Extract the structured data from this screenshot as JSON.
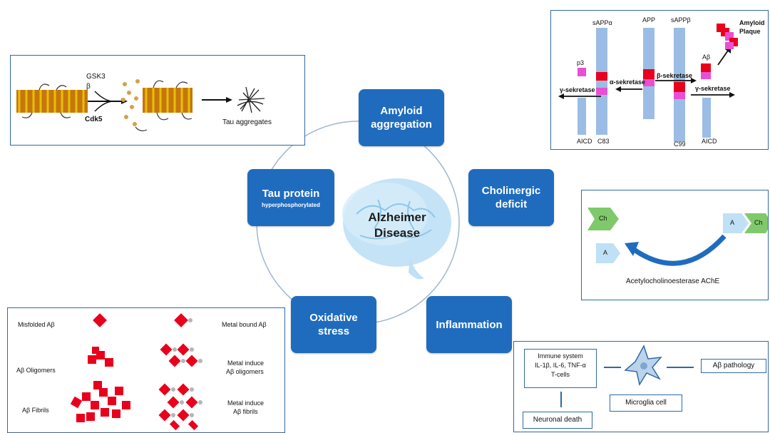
{
  "colors": {
    "node_blue": "#1f6cbf",
    "panel_border": "#2f6aa3",
    "bar_blue": "#9bbde5",
    "red": "#e8001c",
    "magenta": "#e94fd2",
    "green": "#7fc96a",
    "light_blue": "#bfe0f5"
  },
  "center": {
    "line1": "Alzheimer",
    "line2": "Disease"
  },
  "nodes": {
    "amyloid": {
      "line1": "Amyloid",
      "line2": "aggregation"
    },
    "cholinergic": {
      "line1": "Cholinergic",
      "line2": "deficit"
    },
    "inflammation": {
      "line1": "Inflammation"
    },
    "oxidative": {
      "line1": "Oxidative",
      "line2": "stress"
    },
    "tau": {
      "line1": "Tau protein",
      "sub": "hyperphosphorylated"
    }
  },
  "tau_panel": {
    "gsk3": "GSK3",
    "beta": "β",
    "cdk5": "Cdk5",
    "aggregates": "Tau aggregates"
  },
  "amyloid_panel": {
    "sappa": "sAPPα",
    "app": "APP",
    "sappb": "sAPPβ",
    "plaque1": "Amyloid",
    "plaque2": "Plaque",
    "p3": "p3",
    "ab": "Aβ",
    "alpha_sek": "α-sekretase",
    "beta_sek": "β-sekretase",
    "gamma_left": "γ-sekretase",
    "gamma_right": "γ-sekretase",
    "aicd_left": "AICD",
    "c83": "C83",
    "c99": "C99",
    "aicd_right": "AICD"
  },
  "cholinergic_panel": {
    "ch1": "Ch",
    "ch2": "Ch",
    "a1": "A",
    "a2": "A",
    "enzyme": "Acetylocholinoesterase AChE"
  },
  "oligomer_panel": {
    "misfolded": "Misfolded Aβ",
    "metal_bound": "Metal bound Aβ",
    "oligomers": "Aβ Oligomers",
    "metal_olig1": "Metal induce",
    "metal_olig2": "Aβ oligomers",
    "fibrils": "Aβ Fibrils",
    "metal_fib1": "Metal induce",
    "metal_fib2": "Aβ fibrils"
  },
  "inflammation_panel": {
    "immune1": "Immune system",
    "immune2": "IL-1β, IL-6, TNF-α",
    "immune3": "T-cells",
    "pathology": "Aβ pathology",
    "microglia": "Microglia cell",
    "neuronal": "Neuronal death"
  }
}
